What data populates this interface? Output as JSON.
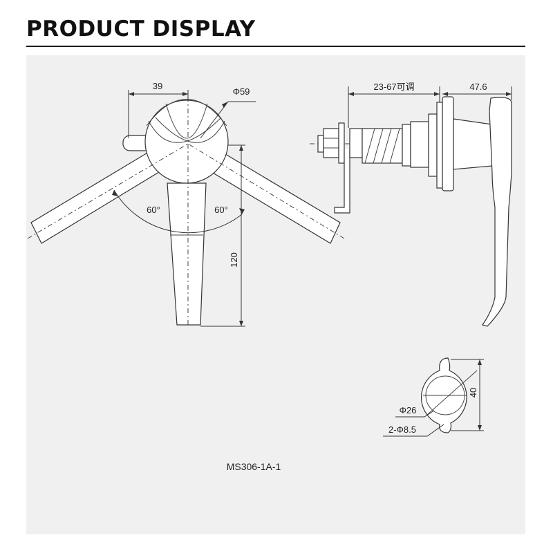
{
  "header": {
    "title": "PRODUCT DISPLAY"
  },
  "front_view": {
    "dim_width": "39",
    "dim_diameter": "Φ59",
    "dim_angle_left": "60°",
    "dim_angle_right": "60°",
    "dim_length": "120"
  },
  "side_view": {
    "dim_adjustable": "23-67可调",
    "dim_depth": "47.6"
  },
  "cutout_view": {
    "dim_height": "40",
    "dim_hole": "Φ26",
    "dim_small_holes": "2-Φ8.5"
  },
  "model": {
    "code": "MS306-1A-1"
  }
}
